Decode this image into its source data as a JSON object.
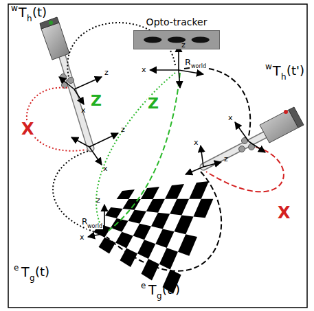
{
  "diagram": {
    "nodes": [
      {
        "text": [
          "Opto-tracker"
        ]
      }
    ],
    "labels": [
      "w",
      "T",
      "h",
      "(t)",
      "w",
      "T",
      "h",
      "(t')",
      "e",
      "T",
      "g",
      "(t)",
      "e",
      "T",
      "g",
      "(t')",
      "X",
      "X",
      "Z",
      "Z",
      "R",
      "world",
      "R",
      "world",
      "z",
      "x",
      "z",
      "x",
      "z",
      "x",
      "x",
      "x",
      "z",
      "z",
      "x"
    ]
  }
}
